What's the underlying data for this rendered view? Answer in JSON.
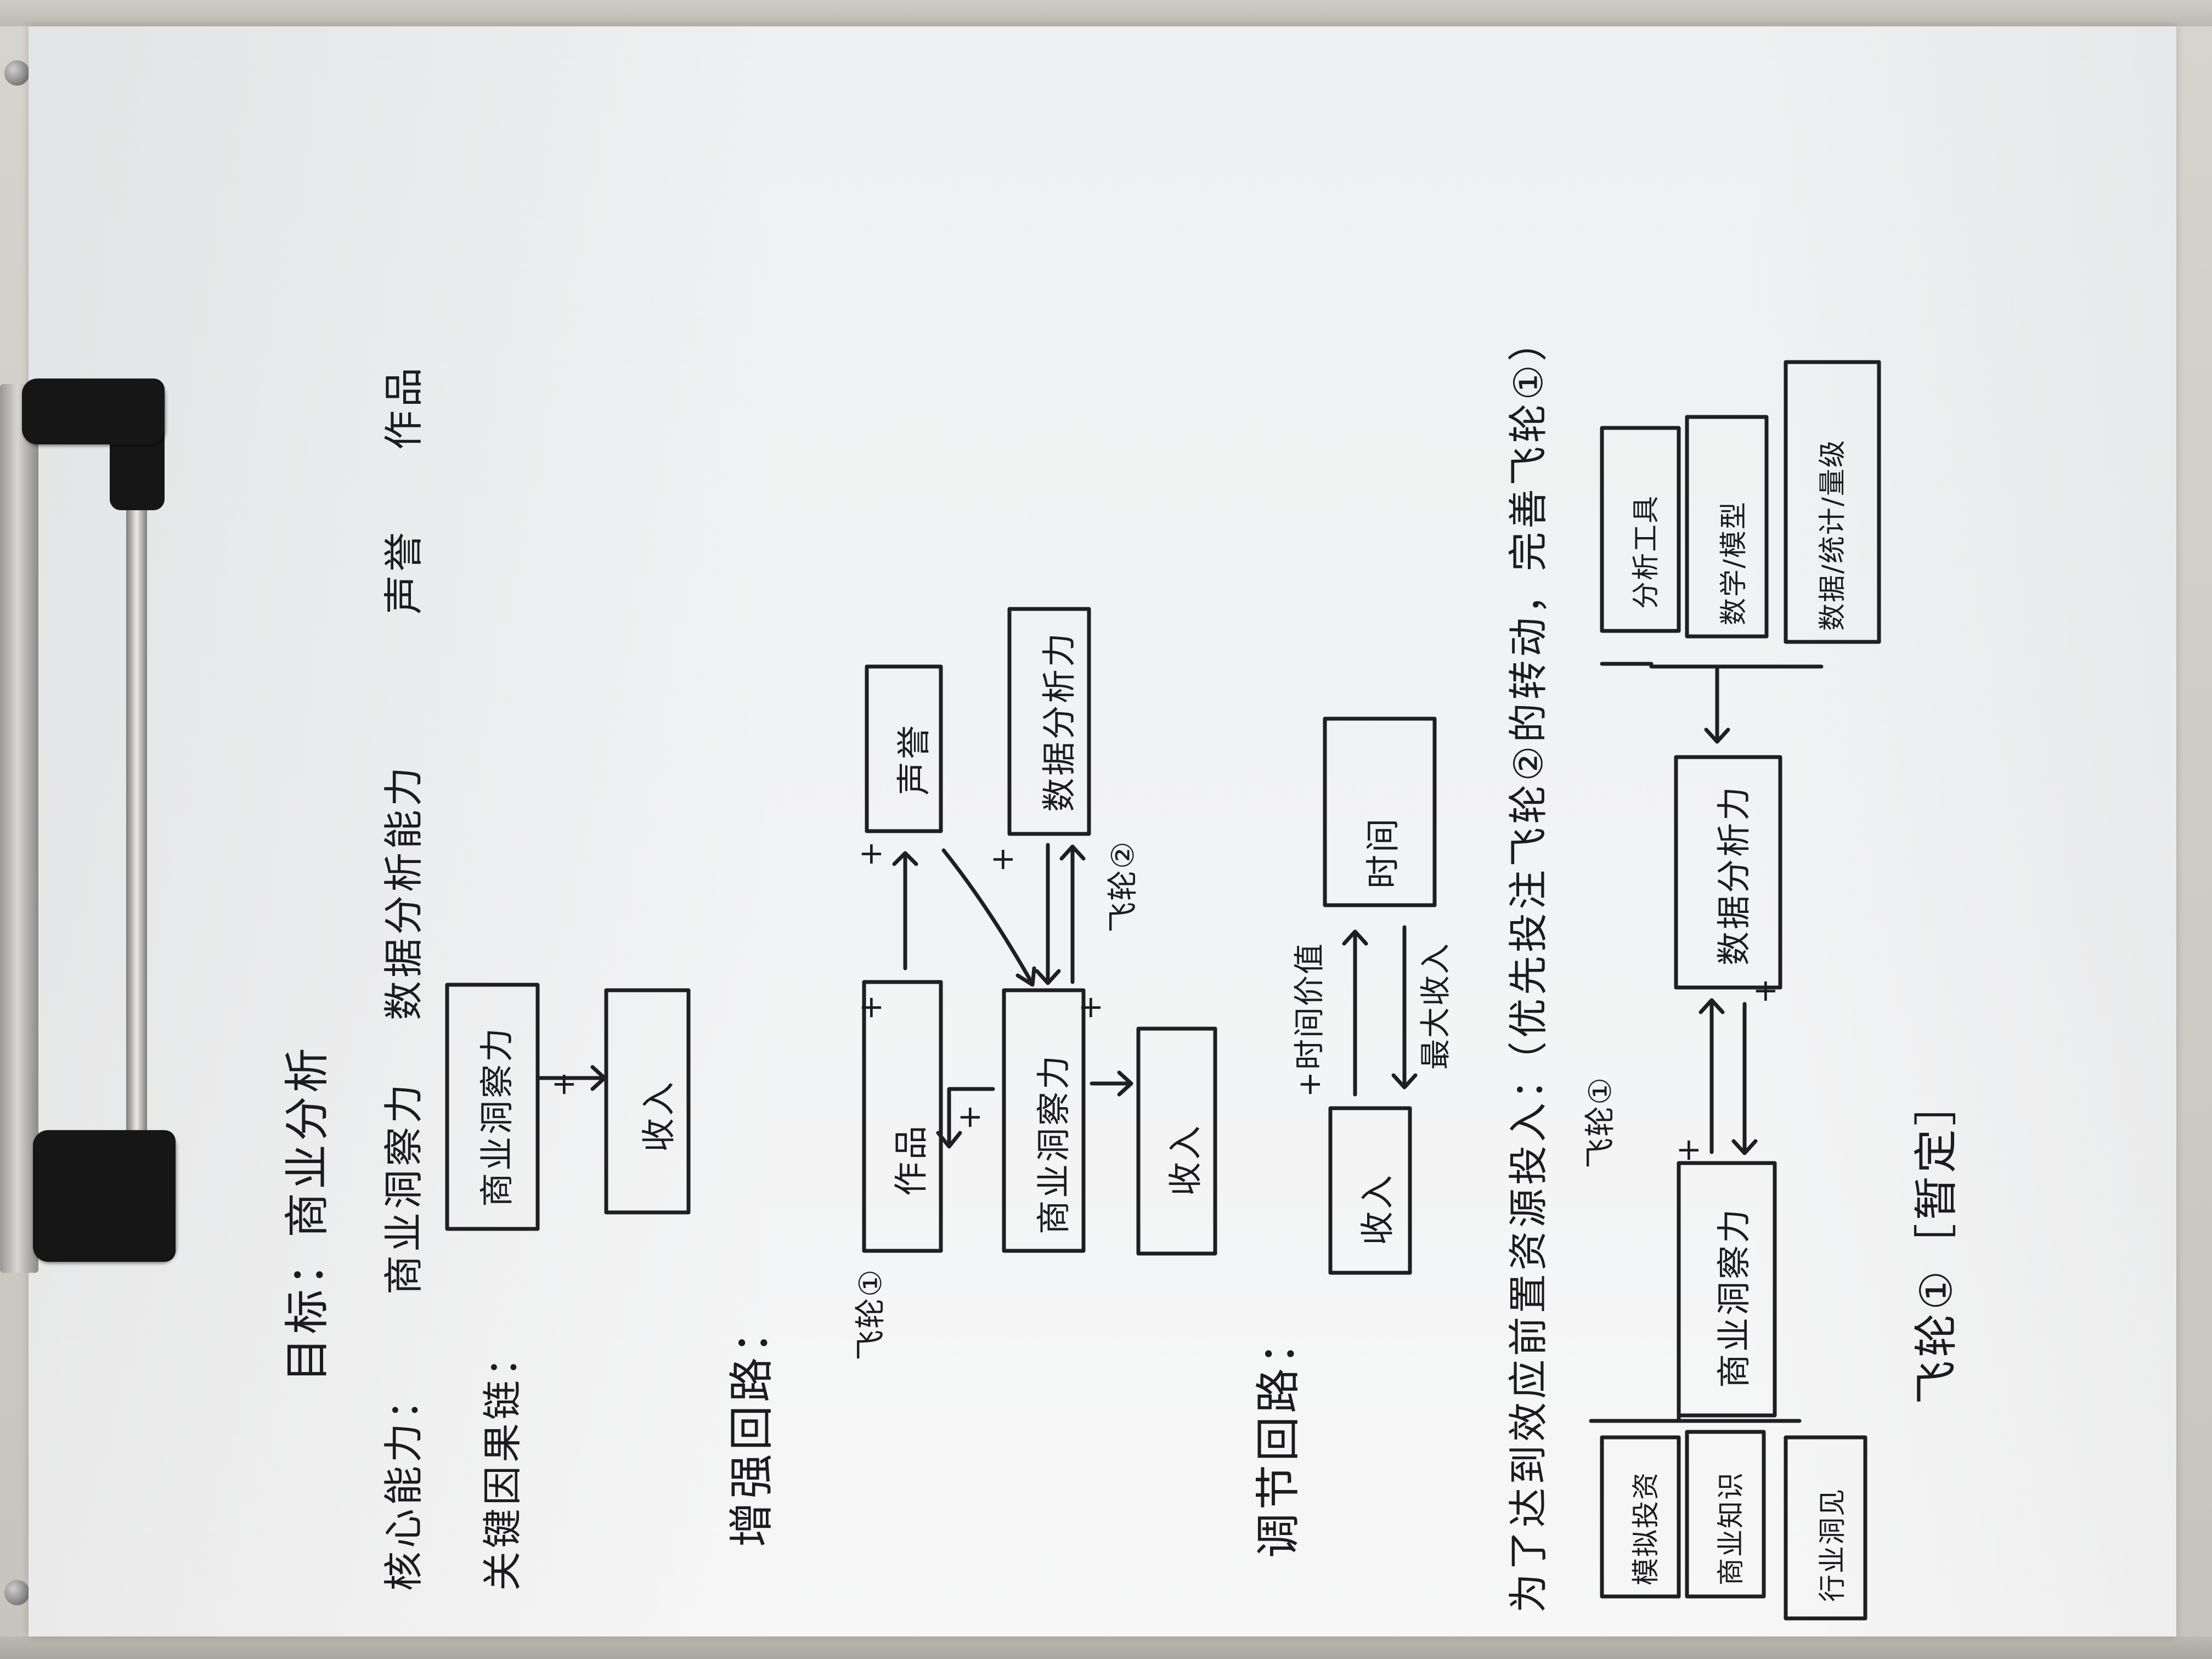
{
  "photo": {
    "title": "目标：商业分析",
    "core_skills_label": "核心能力：",
    "core_skills": [
      "商业洞察力",
      "数据分析能力",
      "声誉",
      "作品"
    ],
    "causal_chain_label": "关键因果链：",
    "reinforcing_loop_label": "增强回路：",
    "balancing_loop_label": "调节回路：",
    "investment_label": "为了达到效应前置资源投入：",
    "investment_note": "（优先投注飞轮②的转动，完善飞轮①）",
    "flywheel_1": "飞轮①",
    "flywheel_2": "飞轮②",
    "pause_note": "飞轮①［暂定］",
    "plus": "+",
    "nodes": {
      "insight": "商业洞察力",
      "income": "收入",
      "works": "作品",
      "reputation": "声誉",
      "data_analysis": "数据分析力",
      "time": "时间",
      "time_value": "时间价值",
      "max_income": "最大收入",
      "business_knowledge": "商业知识",
      "industry_investing": "模拟投资",
      "industry_insight": "行业洞见",
      "analysis_tools": "分析工具",
      "math_models": "数学/模型",
      "data_stats": "数据/统计/量级"
    }
  }
}
